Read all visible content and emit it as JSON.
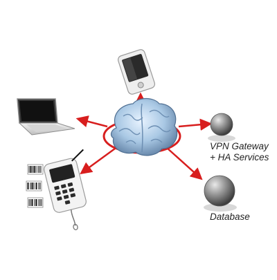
{
  "diagram": {
    "nodes": {
      "hub": {
        "icon": "brain-icon"
      },
      "pda": {
        "icon": "pda-device-icon"
      },
      "laptop": {
        "icon": "laptop-icon"
      },
      "handheld": {
        "icon": "handheld-barcode-terminal-icon"
      },
      "barcodes": {
        "icon": "barcode-labels-icon"
      },
      "vpn": {
        "icon": "sphere-node-icon",
        "label_line1": "VPN Gateway",
        "label_line2": "+ HA Services"
      },
      "database": {
        "icon": "sphere-node-icon",
        "label": "Database"
      }
    },
    "colors": {
      "connector": "#d81e1e",
      "brain": "#a9c8e4",
      "sphere": "#7a7a7a",
      "label_text": "#222222"
    }
  }
}
